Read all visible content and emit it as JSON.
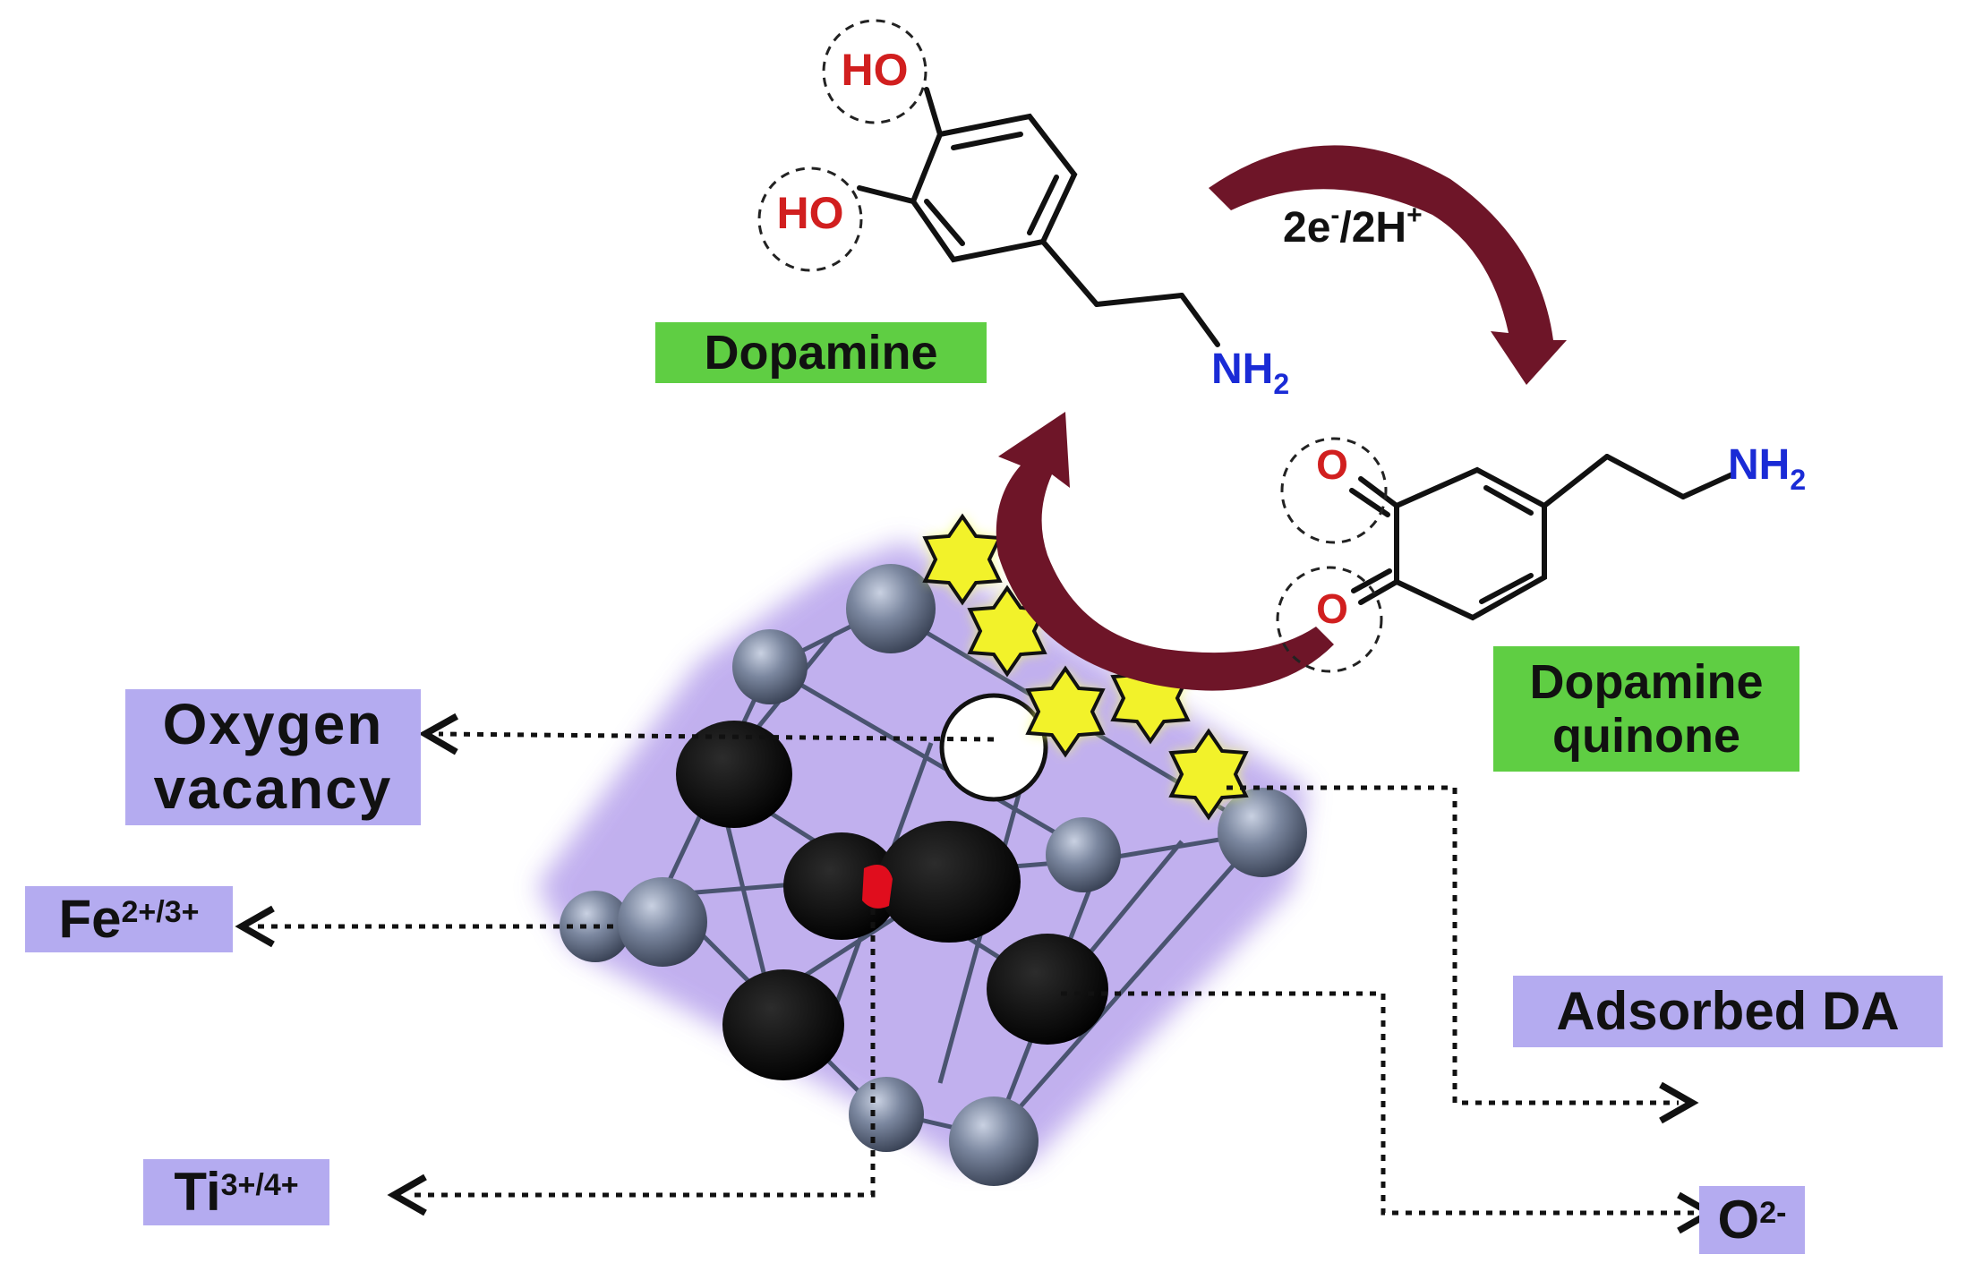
{
  "molecules": {
    "dopamine": {
      "name": "Dopamine",
      "hydroxyl_1": "HO",
      "hydroxyl_2": "HO",
      "amine_main": "NH",
      "amine_sub": "2"
    },
    "quinone": {
      "name_line1": "Dopamine",
      "name_line2": "quinone",
      "oxygen_1": "O",
      "oxygen_2": "O",
      "amine_main": "NH",
      "amine_sub": "2"
    }
  },
  "reaction": {
    "electron_text": "2e",
    "electron_sup": "-",
    "proton_text": "/2H",
    "proton_sup": "+"
  },
  "labels": {
    "oxygen_vacancy_line1": "Oxygen",
    "oxygen_vacancy_line2": "vacancy",
    "fe_main": "Fe",
    "fe_sup": "2+/3+",
    "ti_main": "Ti",
    "ti_sup": "3+/4+",
    "adsorbed_da": "Adsorbed DA",
    "o2_main": "O",
    "o2_sup": "2-"
  },
  "colors": {
    "label_violet": "#b4abf0",
    "label_green": "#5fce43",
    "arrow_maroon": "#6e1528",
    "hetero_red": "#d11f1f",
    "amine_blue": "#1a2bd6",
    "lattice_glow": "#a78fe0",
    "metal_sphere": "#6d7890",
    "oxygen_sphere": "#0b0b0b",
    "adsorbate_star": "#f2f22a"
  }
}
